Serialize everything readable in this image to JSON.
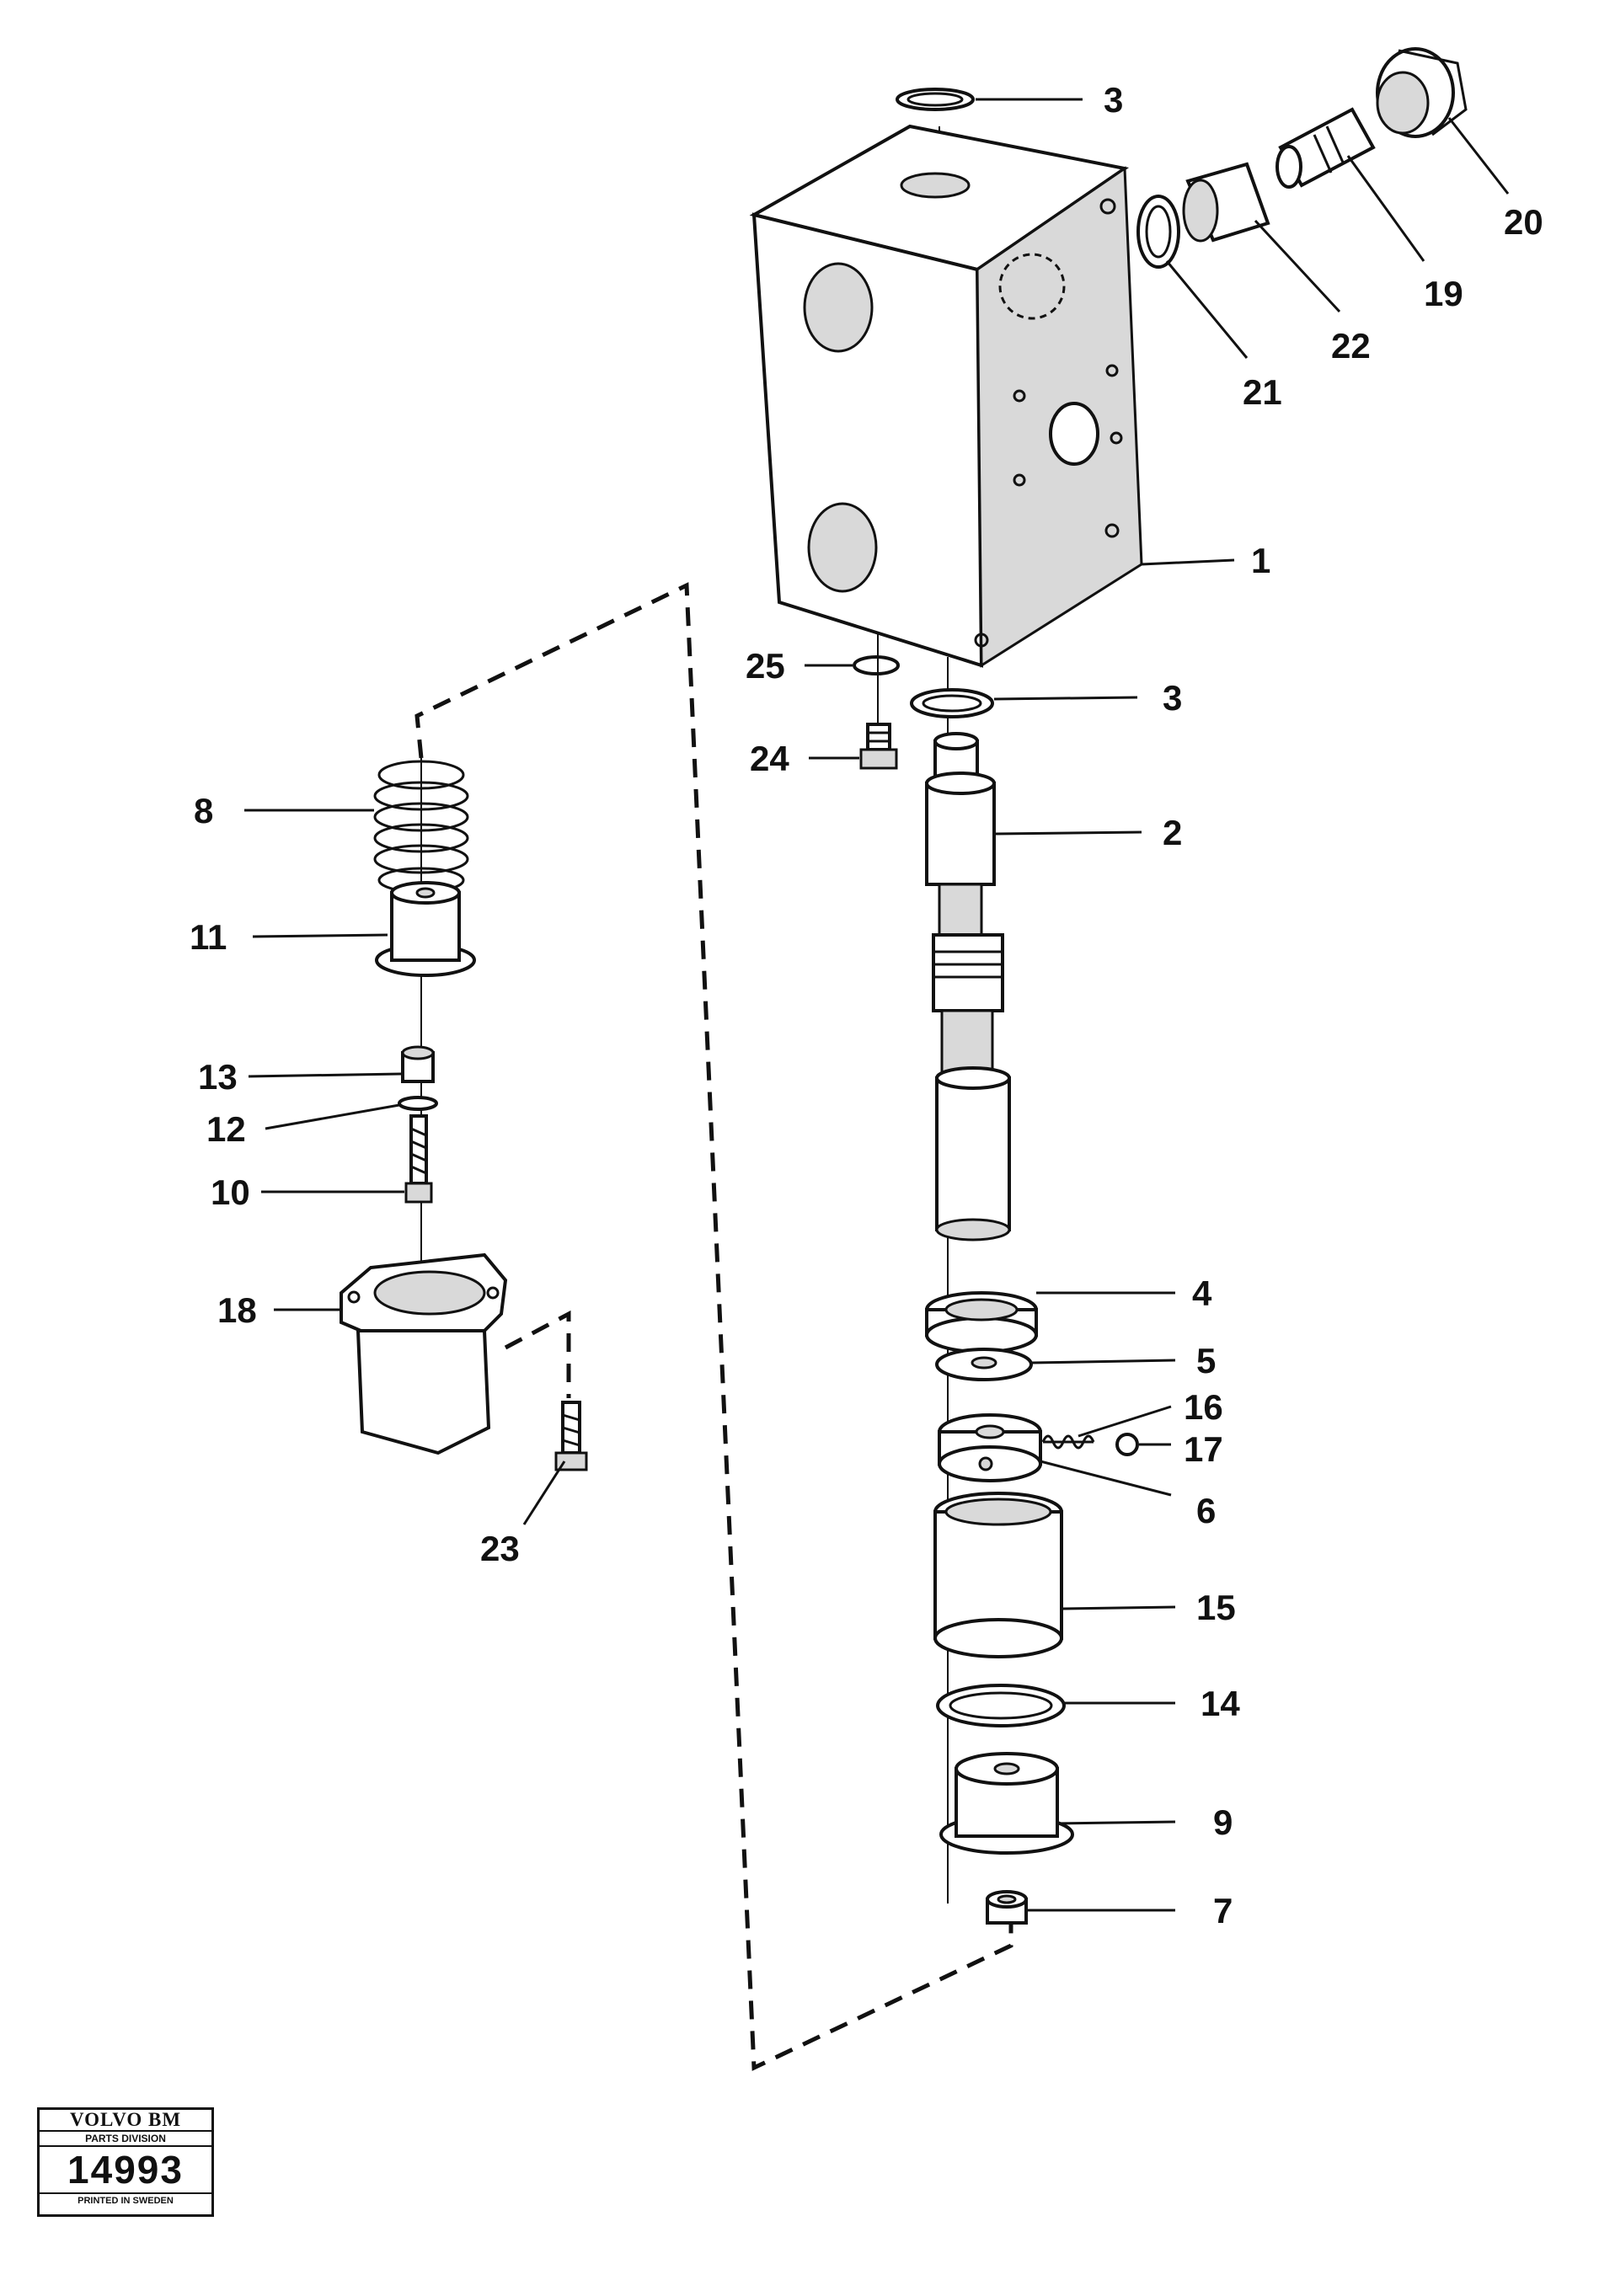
{
  "callouts": [
    {
      "id": "3a",
      "label": "3"
    },
    {
      "id": "20",
      "label": "20"
    },
    {
      "id": "19",
      "label": "19"
    },
    {
      "id": "22",
      "label": "22"
    },
    {
      "id": "21",
      "label": "21"
    },
    {
      "id": "1",
      "label": "1"
    },
    {
      "id": "25",
      "label": "25"
    },
    {
      "id": "3b",
      "label": "3"
    },
    {
      "id": "24",
      "label": "24"
    },
    {
      "id": "2",
      "label": "2"
    },
    {
      "id": "8",
      "label": "8"
    },
    {
      "id": "11",
      "label": "11"
    },
    {
      "id": "13",
      "label": "13"
    },
    {
      "id": "12",
      "label": "12"
    },
    {
      "id": "10",
      "label": "10"
    },
    {
      "id": "18",
      "label": "18"
    },
    {
      "id": "23",
      "label": "23"
    },
    {
      "id": "4",
      "label": "4"
    },
    {
      "id": "5",
      "label": "5"
    },
    {
      "id": "16",
      "label": "16"
    },
    {
      "id": "17",
      "label": "17"
    },
    {
      "id": "6",
      "label": "6"
    },
    {
      "id": "15",
      "label": "15"
    },
    {
      "id": "14",
      "label": "14"
    },
    {
      "id": "9",
      "label": "9"
    },
    {
      "id": "7",
      "label": "7"
    }
  ],
  "stamp": {
    "brand": "VOLVO BM",
    "division": "PARTS DIVISION",
    "number": "14993",
    "printed": "PRINTED IN SWEDEN"
  }
}
